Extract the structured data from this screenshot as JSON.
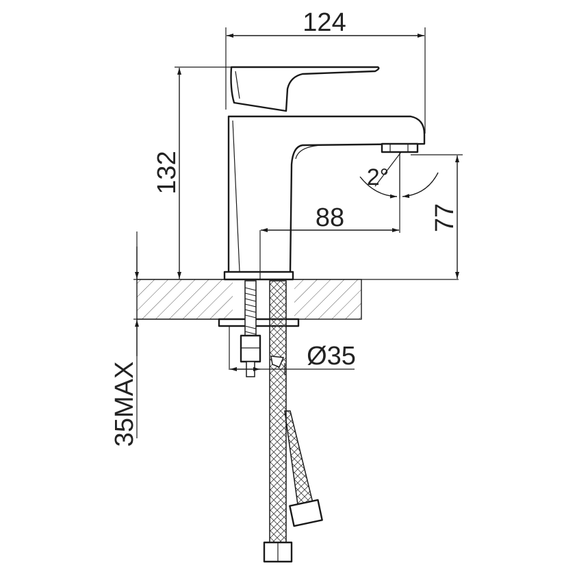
{
  "dimensions": {
    "overall_length": "124",
    "overall_height": "132",
    "spout_reach": "88",
    "spout_height": "77",
    "spout_angle": "2°",
    "hole_diameter": "Ø35",
    "max_counter_thickness": "35MAX"
  },
  "colors": {
    "line": "#1a1a1a",
    "hatch": "#555555",
    "background": "#ffffff"
  }
}
